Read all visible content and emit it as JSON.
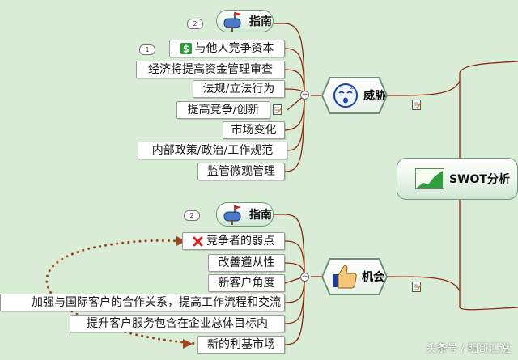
{
  "threat": {
    "label": "威胁",
    "guide_label": "指南",
    "guide_badge": "2",
    "items": [
      {
        "label": "与他人竞争资本",
        "badge": "1"
      },
      {
        "label": "经济将提高资金管理审查"
      },
      {
        "label": "法规/立法行为"
      },
      {
        "label": "提高竞争/创新"
      },
      {
        "label": "市场变化"
      },
      {
        "label": "内部政策/政治/工作规范"
      },
      {
        "label": "监管微观管理"
      }
    ]
  },
  "opportunity": {
    "label": "机会",
    "guide_label": "指南",
    "guide_badge": "2",
    "items": [
      {
        "label": "竞争者的弱点"
      },
      {
        "label": "改善遵从性"
      },
      {
        "label": "新客户角度"
      },
      {
        "label": "加强与国际客户的合作关系，提高工作流程和交流"
      },
      {
        "label": "提升客户服务包含在企业总体目标内"
      },
      {
        "label": "新的利基市场"
      }
    ]
  },
  "central": {
    "label": "SWOT分析"
  },
  "watermark": "头条号 / 明哥汇说",
  "colors": {
    "branch": "#8b2a12",
    "background": "#d9ecd5",
    "relation": "#a0421a"
  }
}
